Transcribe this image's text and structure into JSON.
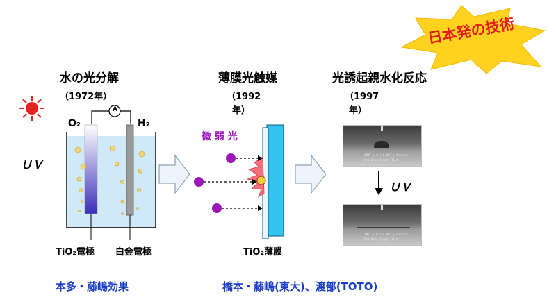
{
  "badge": {
    "text": "日本発の技術",
    "fill": "#ffd21f",
    "text_color": "#e41b1b"
  },
  "left": {
    "title": "水の光分解",
    "year": "（1972年）",
    "uv_label": "ＵＶ",
    "o2_label": "O₂",
    "h2_label": "H₂",
    "ammeter": "A",
    "tio2_electrode": "TiO₂電極",
    "pt_electrode": "白金電極",
    "credit": "本多・藤嶋効果"
  },
  "middle": {
    "title": "薄膜光触媒",
    "year_line1": "（1992",
    "year_line2": "年）",
    "weak_light": "微 弱 光",
    "film_label": "TiO₂薄膜"
  },
  "right": {
    "title": "光誘起親水化反応",
    "year_line1": "（1997",
    "year_line2": "年）",
    "uv_label": "ＵＶ",
    "photo_caption_top": "LIMIT | 0 | 0.003 | Contact",
    "photo_caption_bottom": "Ctrl Drop Height  Tilt",
    "photo_caption_top2": "LIMIT | 0 | 0.003 | Contact",
    "photo_caption_bottom2": "Ctrl Drop Height  Tilt"
  },
  "footer": {
    "credit": "橋本・藤嶋(東大)、渡部(TOTO)"
  },
  "colors": {
    "credit_blue": "#1a3ec8",
    "water": "#cfe9f8",
    "film": "#35c4f2",
    "purple": "#9b17b8",
    "sun": "#e8231d",
    "arrow_fill": "#eef4fb",
    "arrow_stroke": "#8aa0b6"
  }
}
